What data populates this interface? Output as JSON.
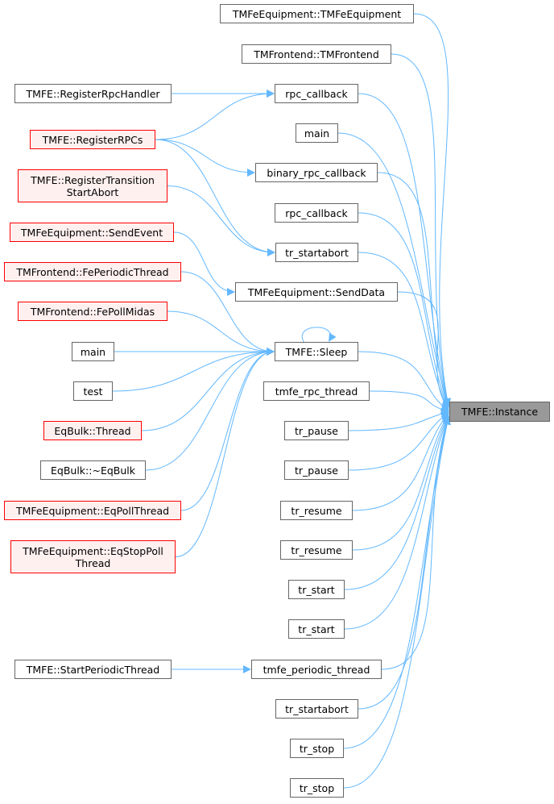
{
  "colors": {
    "edge": "#63b8ff",
    "node_border": "#666666",
    "truncated_border": "#ff0000",
    "truncated_fill": "#fff0f0",
    "focus_fill": "#999999"
  },
  "nodes": {
    "focus": "TMFE::Instance",
    "c1": "TMFeEquipment::TMFeEquipment",
    "c2": "TMFrontend::TMFrontend",
    "c3": "rpc_callback",
    "c4": "main",
    "c5": "binary_rpc_callback",
    "c6": "rpc_callback",
    "c7": "tr_startabort",
    "c8": "TMFeEquipment::SendData",
    "c9": "TMFE::Sleep",
    "c10": "tmfe_rpc_thread",
    "c11": "tr_pause",
    "c12": "tr_pause",
    "c13": "tr_resume",
    "c14": "tr_resume",
    "c15": "tr_start",
    "c16": "tr_start",
    "c17": "tmfe_periodic_thread",
    "c18": "tr_startabort",
    "c19": "tr_stop",
    "c20": "tr_stop",
    "l1": "TMFE::RegisterRpcHandler",
    "l2": "TMFE::RegisterRPCs",
    "l3": "TMFE::RegisterTransition\nStartAbort",
    "l4": "TMFeEquipment::SendEvent",
    "l5": "TMFrontend::FePeriodicThread",
    "l6": "TMFrontend::FePollMidas",
    "l7": "main",
    "l8": "test",
    "l9": "EqBulk::Thread",
    "l10": "EqBulk::~EqBulk",
    "l11": "TMFeEquipment::EqPollThread",
    "l12": "TMFeEquipment::EqStopPoll\nThread",
    "l13": "TMFE::StartPeriodicThread"
  },
  "edges": [
    [
      "c1",
      "focus"
    ],
    [
      "c2",
      "focus"
    ],
    [
      "c3",
      "focus"
    ],
    [
      "c4",
      "focus"
    ],
    [
      "c5",
      "focus"
    ],
    [
      "c6",
      "focus"
    ],
    [
      "c7",
      "focus"
    ],
    [
      "c8",
      "focus"
    ],
    [
      "c9",
      "focus"
    ],
    [
      "c10",
      "focus"
    ],
    [
      "c11",
      "focus"
    ],
    [
      "c12",
      "focus"
    ],
    [
      "c13",
      "focus"
    ],
    [
      "c14",
      "focus"
    ],
    [
      "c15",
      "focus"
    ],
    [
      "c16",
      "focus"
    ],
    [
      "c17",
      "focus"
    ],
    [
      "c18",
      "focus"
    ],
    [
      "c19",
      "focus"
    ],
    [
      "c20",
      "focus"
    ],
    [
      "l1",
      "c3"
    ],
    [
      "l2",
      "c3"
    ],
    [
      "l2",
      "c5"
    ],
    [
      "l2",
      "c7"
    ],
    [
      "l3",
      "c7"
    ],
    [
      "l4",
      "c8"
    ],
    [
      "l5",
      "c9"
    ],
    [
      "l6",
      "c9"
    ],
    [
      "l7",
      "c9"
    ],
    [
      "l8",
      "c9"
    ],
    [
      "l9",
      "c9"
    ],
    [
      "l10",
      "c9"
    ],
    [
      "l11",
      "c9"
    ],
    [
      "l12",
      "c9"
    ],
    [
      "c9",
      "c9"
    ],
    [
      "l13",
      "c17"
    ]
  ]
}
